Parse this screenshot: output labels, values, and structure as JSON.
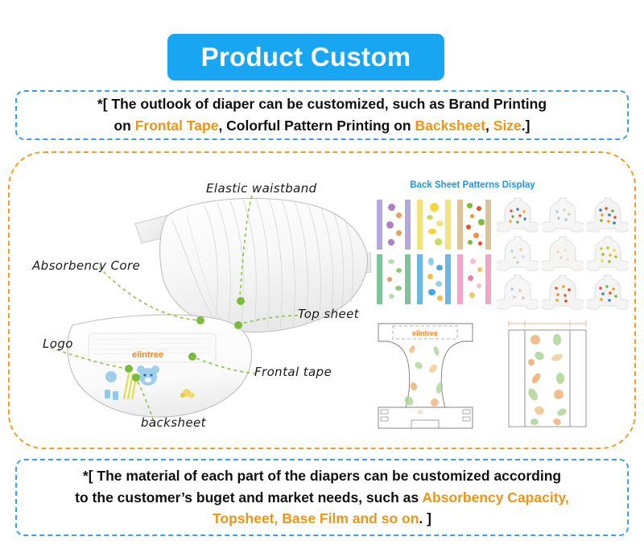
{
  "header": {
    "title": "Product Custom",
    "badge_color": "#18a5f2"
  },
  "notes": {
    "top": {
      "line1_a": "*[ The outlook of diaper can be customized, such as Brand Printing",
      "line2_a": "on ",
      "line2_hl1": "Frontal Tape",
      "line2_b": ", Colorful Pattern Printing on ",
      "line2_hl2": "Backsheet",
      "line2_c": ", ",
      "line2_hl3": "Size",
      "line2_d": ".]"
    },
    "bottom": {
      "line1": "*[ The material of each part of the diapers can be customized according",
      "line2_a": "to the customer’s buget and market needs, such as ",
      "line2_hl": "Absorbency Capacity,",
      "line3_hl": "Topsheet, Base Film and so on",
      "line3_b": ". ]"
    },
    "border_color": "#3aa0e8",
    "highlight_color": "#ed9613"
  },
  "panel": {
    "border_color": "#f0a020"
  },
  "diagram": {
    "labels": [
      {
        "id": "elastic-waistband",
        "text": "Elastic waistband"
      },
      {
        "id": "absorbency-core",
        "text": "Absorbency Core"
      },
      {
        "id": "top-sheet",
        "text": "Top sheet"
      },
      {
        "id": "logo",
        "text": "Logo"
      },
      {
        "id": "frontal-tape",
        "text": "Frontal tape"
      },
      {
        "id": "backsheet",
        "text": "backsheet"
      }
    ],
    "marker_color": "#7cba3d",
    "product_logo": "elintree"
  },
  "patterns": {
    "title": "Back Sheet Patterns Display",
    "title_color": "#1b9ae2",
    "swatches": [
      {
        "name": "purple-bear-pattern",
        "edge": "#b4a8dd",
        "dot_colors": [
          "#b07ec4",
          "#e8a060",
          "#d3c3e8"
        ]
      },
      {
        "name": "yellow-fruit-pattern",
        "edge": "#f2e47a",
        "dot_colors": [
          "#f5d63a",
          "#c9dd5c",
          "#f0e27c"
        ]
      },
      {
        "name": "tan-dots-pattern",
        "edge": "#dcc39a",
        "dot_colors": [
          "#e8522a",
          "#7ebd3a",
          "#f09040"
        ]
      },
      {
        "name": "green-leaf-pattern",
        "edge": "#7fc39a",
        "dot_colors": [
          "#8fc97a",
          "#e8a060",
          "#b9dcb0"
        ]
      },
      {
        "name": "blue-toy-pattern",
        "edge": "#6bb8e2",
        "dot_colors": [
          "#4aa8e0",
          "#f0c040",
          "#8fd0ee"
        ]
      },
      {
        "name": "pink-star-pattern",
        "edge": "#f0a6c4",
        "dot_colors": [
          "#f07ea8",
          "#f5c060",
          "#f7bcd6"
        ]
      }
    ],
    "mini_diapers": [
      {
        "name": "mini-diaper-1",
        "dot_colors": [
          "#d95a3c",
          "#3c7fc4",
          "#e8a83c",
          "#6ab04a"
        ]
      },
      {
        "name": "mini-diaper-2",
        "dot_colors": [
          "#9ec8d8",
          "#c8d8a0",
          "#d8c8a0",
          "#a8c0d0"
        ]
      },
      {
        "name": "mini-diaper-3",
        "dot_colors": [
          "#2a7fc9",
          "#e8522a",
          "#6cb92e",
          "#f0a020"
        ]
      },
      {
        "name": "mini-diaper-4",
        "dot_colors": [
          "#b8dcc8",
          "#f0c8a0",
          "#d8e0b0",
          "#c8d8e8"
        ]
      },
      {
        "name": "mini-diaper-5",
        "dot_colors": [
          "#e8d0b0",
          "#f0dcc0",
          "#e0d8c0",
          "#ecd8c8"
        ]
      },
      {
        "name": "mini-diaper-6",
        "dot_colors": [
          "#e8c832",
          "#b8cf3a",
          "#f0d850",
          "#a8c030"
        ]
      },
      {
        "name": "mini-diaper-7",
        "dot_colors": [
          "#c8b8dc",
          "#e8c0a0",
          "#d0c8e0",
          "#e0b8c8"
        ]
      },
      {
        "name": "mini-diaper-8",
        "dot_colors": [
          "#e85a2a",
          "#f0a020",
          "#d84a1a",
          "#ec8830"
        ]
      },
      {
        "name": "mini-diaper-9",
        "dot_colors": [
          "#e8522a",
          "#6cb92e",
          "#f0a020",
          "#3c7fc4"
        ]
      }
    ]
  },
  "tech_drawings": {
    "flat_logo": "elintree",
    "flat_name": "diaper-flat-technical-drawing",
    "roll_name": "backsheet-roll-technical-drawing"
  }
}
